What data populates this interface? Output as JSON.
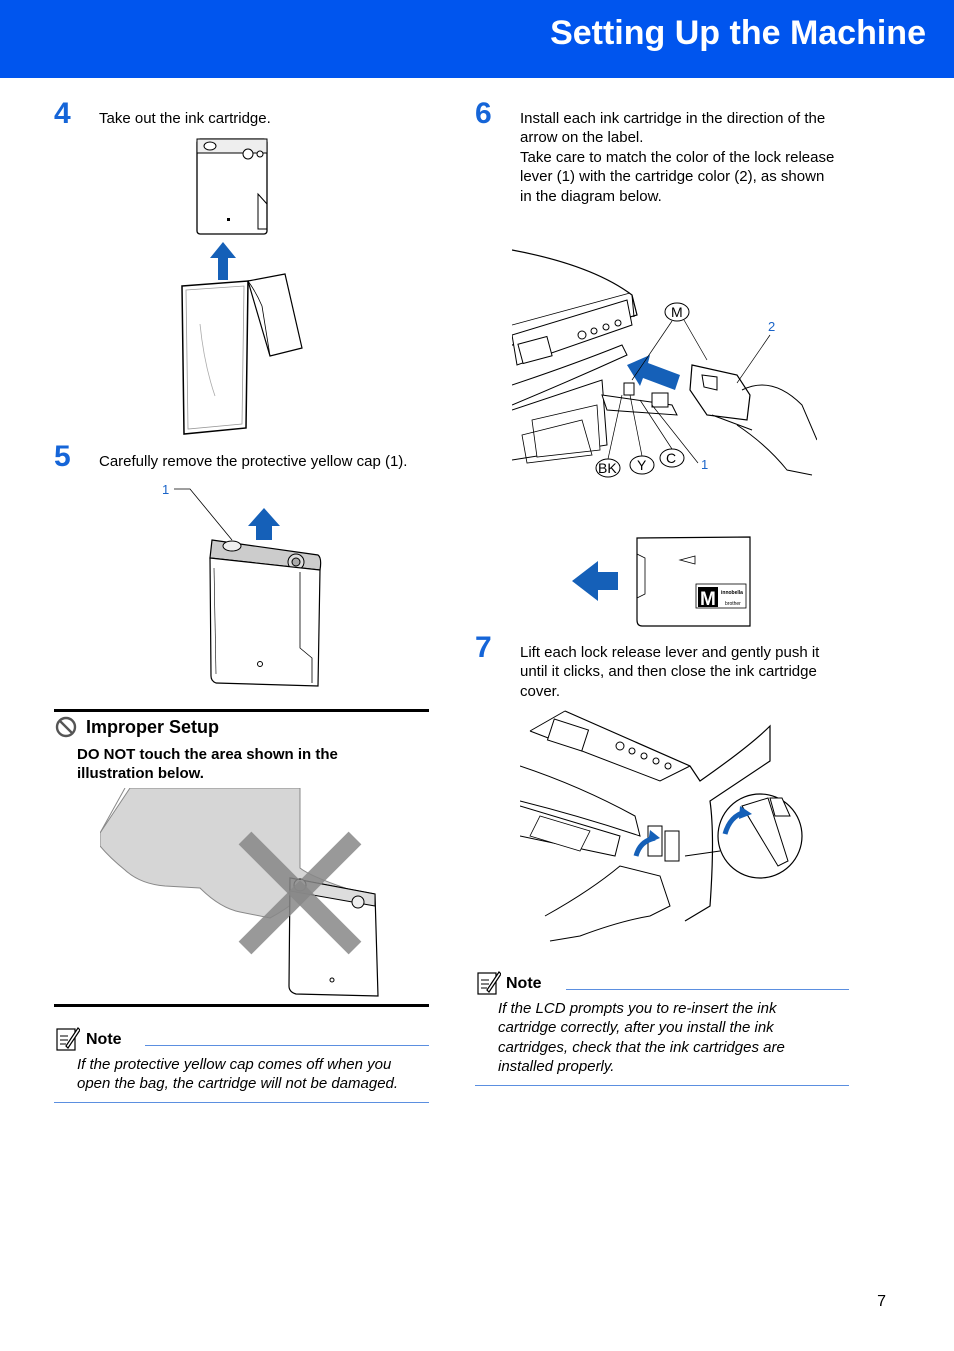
{
  "header": {
    "title": "Setting Up the Machine"
  },
  "steps": [
    {
      "number": "4",
      "text": "Take out the ink cartridge."
    },
    {
      "number": "5",
      "text": "Carefully remove the protective yellow cap (1)."
    },
    {
      "number": "6",
      "text_lines": [
        "Install each ink cartridge in the direction of the",
        "arrow on the label.",
        "Take care to match the color of the lock release",
        "lever (1) with the cartridge color (2), as shown",
        "in the diagram below."
      ]
    },
    {
      "number": "7",
      "text_lines": [
        "Lift each lock release lever and gently push it",
        "until it clicks, and then close the ink cartridge",
        "cover."
      ]
    }
  ],
  "improper": {
    "title": "Improper Setup",
    "text_lines": [
      "DO NOT touch the area shown in the",
      "illustration below."
    ]
  },
  "note_left": {
    "title": "Note",
    "text_lines": [
      "If the protective yellow cap comes off when you",
      "open the bag, the cartridge will not be damaged."
    ]
  },
  "note_right": {
    "title": "Note",
    "text_lines": [
      "If the LCD prompts you to re-insert the ink",
      "cartridge correctly, after you install the ink",
      "cartridges, check that the ink cartridges are",
      "installed properly."
    ]
  },
  "callouts": {
    "cap": "1",
    "lever": "1",
    "cartridge": "2",
    "colors": [
      "M",
      "BK",
      "Y",
      "C"
    ],
    "label_letter": "M",
    "label_brand_top": "innobella",
    "label_brand": "brother"
  },
  "colors": {
    "header_bg": "#0055ee",
    "step_blue": "#1565d8",
    "arrow_blue": "#1560b8"
  },
  "icons": [
    "prohibited-icon",
    "note-pencil-icon",
    "arrow-up-icon",
    "arrow-left-icon"
  ],
  "page_number": "7"
}
